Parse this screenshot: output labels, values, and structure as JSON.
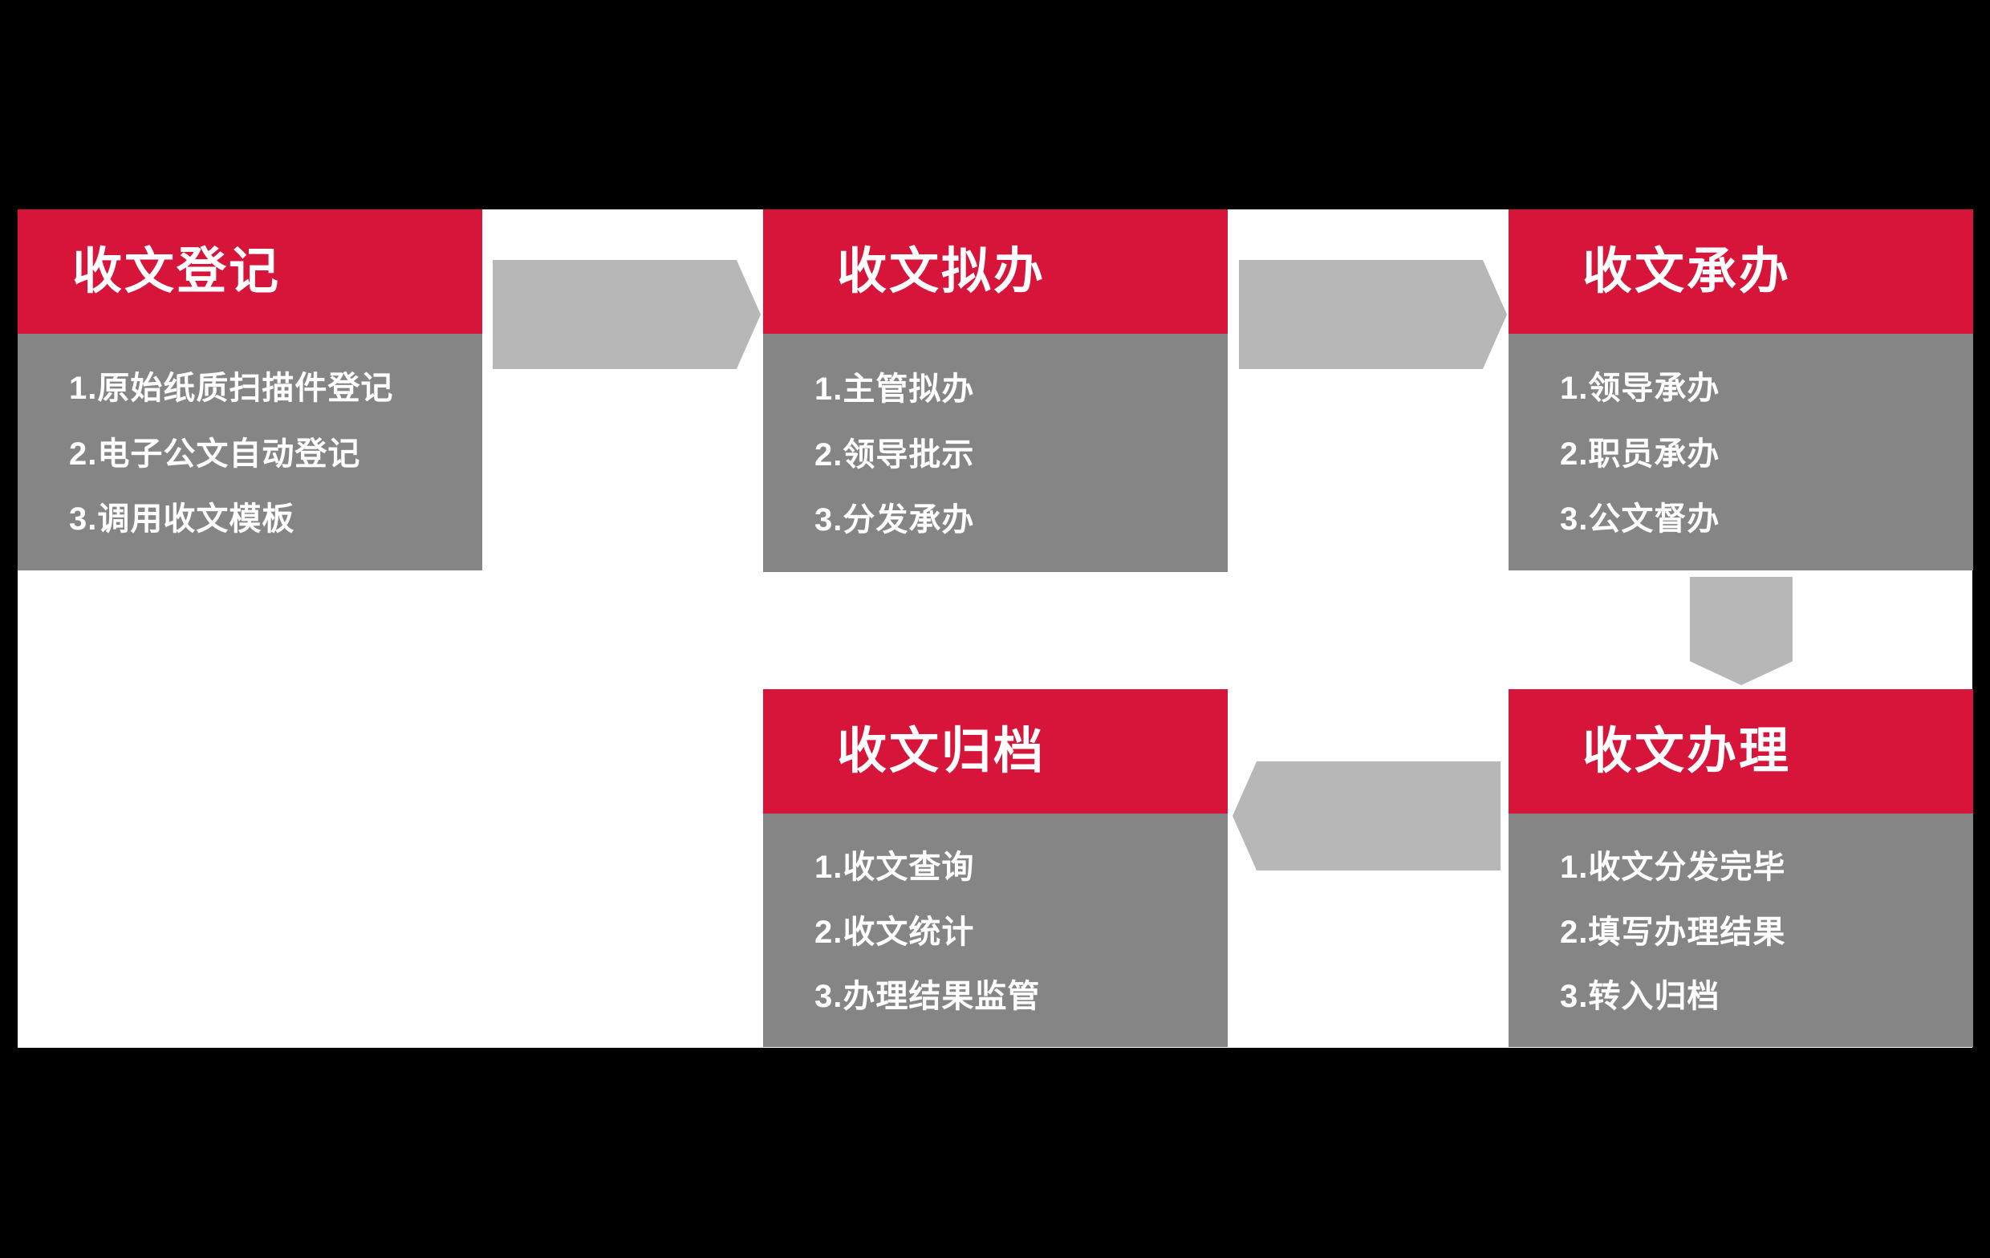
{
  "diagram": {
    "colors": {
      "header-red": "#d7153a",
      "body-gray": "#858585",
      "arrow-gray": "#b7b7b7",
      "text-white": "#ffffff",
      "canvas-white": "#ffffff",
      "page-black": "#000000"
    },
    "boxes": [
      {
        "title": "收文登记",
        "items": [
          "1.原始纸质扫描件登记",
          "2.电子公文自动登记",
          "3.调用收文模板"
        ]
      },
      {
        "title": "收文拟办",
        "items": [
          "1.主管拟办",
          "2.领导批示",
          "3.分发承办"
        ]
      },
      {
        "title": "收文承办",
        "items": [
          "1.领导承办",
          "2.职员承办",
          "3.公文督办"
        ]
      },
      {
        "title": "收文归档",
        "items": [
          "1.收文查询",
          "2.收文统计",
          "3.办理结果监管"
        ]
      },
      {
        "title": "收文办理",
        "items": [
          "1.收文分发完毕",
          "2.填写办理结果",
          "3.转入归档"
        ]
      }
    ],
    "arrows": [
      {
        "direction": "right",
        "from": "收文登记",
        "to": "收文拟办"
      },
      {
        "direction": "right",
        "from": "收文拟办",
        "to": "收文承办"
      },
      {
        "direction": "down",
        "from": "收文承办",
        "to": "收文办理"
      },
      {
        "direction": "left",
        "from": "收文办理",
        "to": "收文归档"
      }
    ]
  }
}
